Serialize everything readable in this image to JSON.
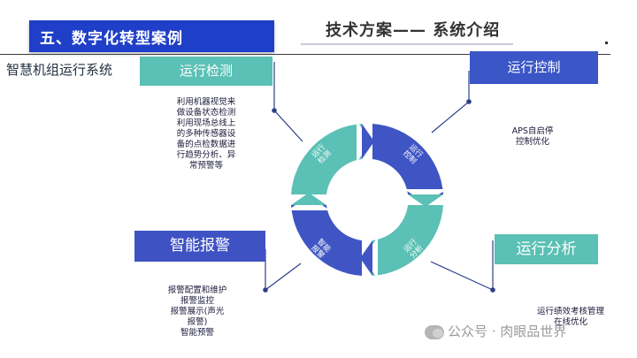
{
  "header": {
    "section": "五、数字化转型案例",
    "title": "技术方案—— 系统介绍",
    "system_name": "智慧机组运行系统"
  },
  "modules": {
    "monitor": {
      "label": "运行检测",
      "ring_label": "运行检测",
      "desc": [
        "利用机器视觉来",
        "做设备状态检测",
        "利用现场总线上",
        "的多种传感器设",
        "备的点检数据进",
        "行趋势分析、异",
        "常预警等"
      ]
    },
    "control": {
      "label": "运行控制",
      "ring_label": "运行控制",
      "desc": [
        "APS自启停",
        "控制优化"
      ]
    },
    "alarm": {
      "label": "智能报警",
      "ring_label": "智能报警",
      "desc": [
        "报警配置和维护",
        "报警监控",
        "报警展示(声光",
        "报警)",
        "智能预警"
      ]
    },
    "analysis": {
      "label": "运行分析",
      "ring_label": "运行分析",
      "desc": [
        "运行绩效考核管理",
        "在线优化"
      ]
    }
  },
  "colors": {
    "teal": "#5bc0b5",
    "blue": "#3f55c4",
    "banner": "#1f3fc8"
  },
  "watermark": "公众号 · 肉眼品世界"
}
